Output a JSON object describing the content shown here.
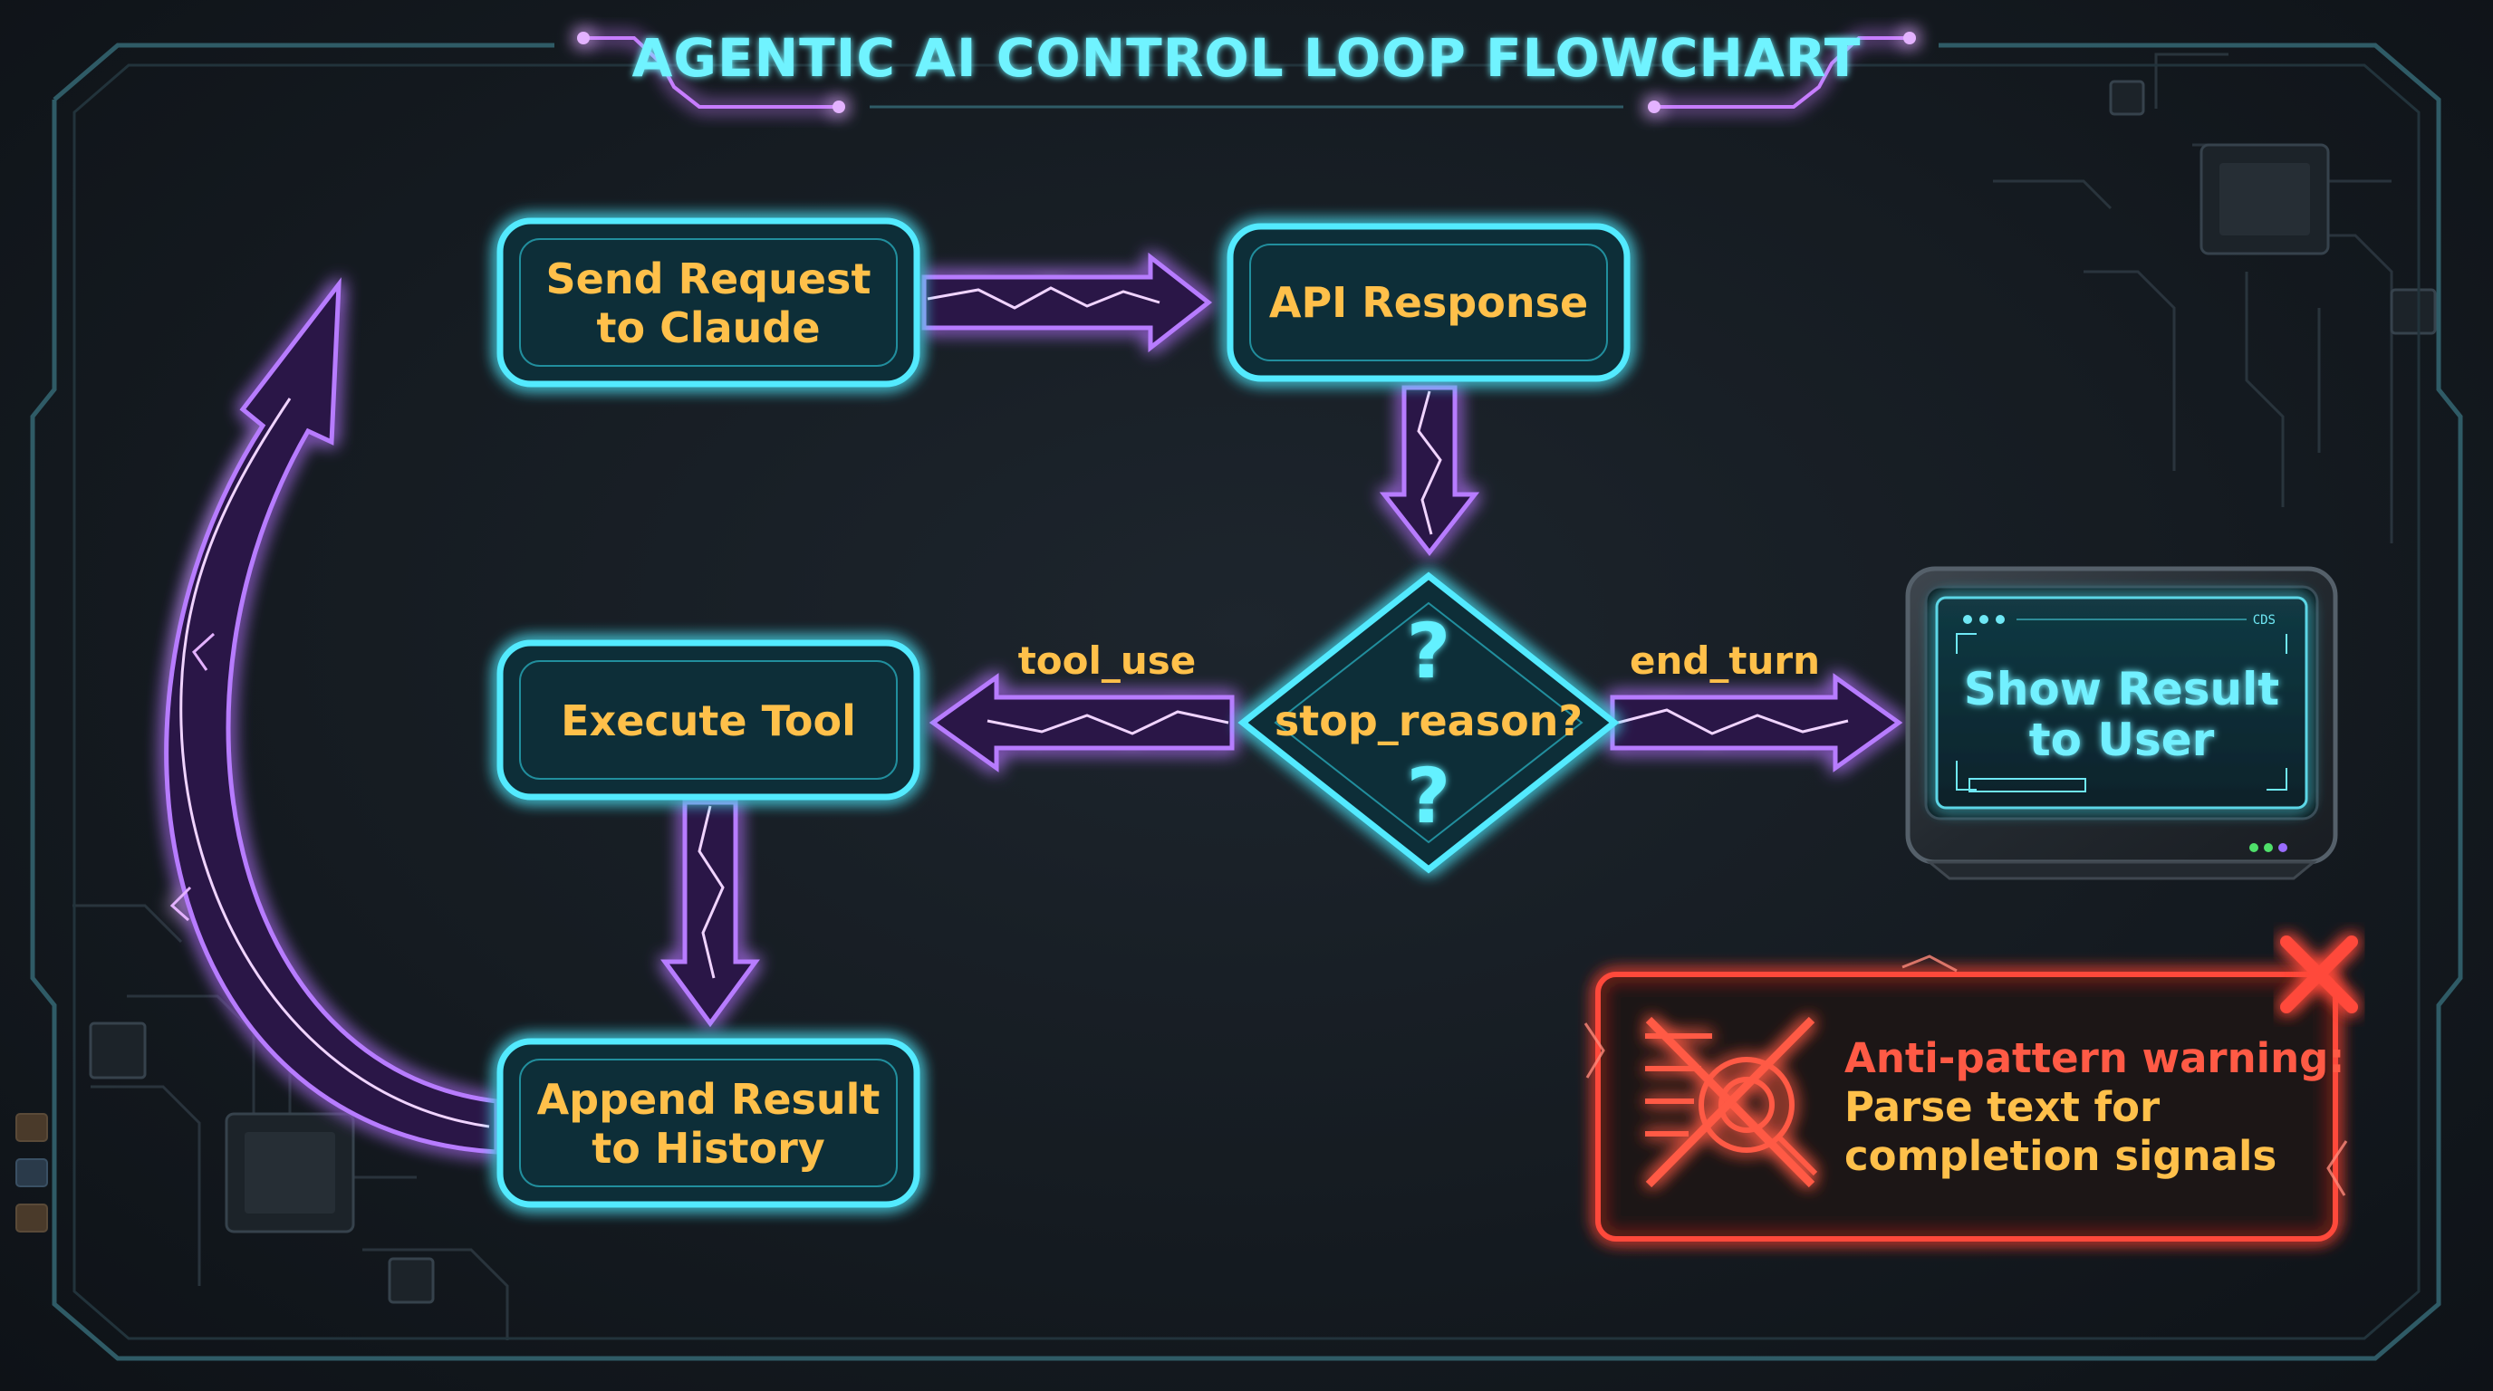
{
  "title": "AGENTIC AI CONTROL LOOP FLOWCHART",
  "nodes": {
    "send_request": {
      "line1": "Send Request",
      "line2": "to Claude"
    },
    "api_response": {
      "line1": "API Response"
    },
    "decision": {
      "label": "stop_reason?",
      "mark_top": "?",
      "mark_bottom": "?"
    },
    "execute_tool": {
      "line1": "Execute Tool"
    },
    "append_result": {
      "line1": "Append Result",
      "line2": "to History"
    },
    "show_result": {
      "line1": "Show Result",
      "line2": "to User",
      "screen_code": "CDS"
    }
  },
  "edges": {
    "tool_use": "tool_use",
    "end_turn": "end_turn"
  },
  "warning": {
    "line1": "Anti-pattern warning:",
    "line2": "Parse text for",
    "line3": "completion signals"
  },
  "colors": {
    "node_border": "#52eaff",
    "node_fill": "#0f2f37",
    "node_text": "#ffc04a",
    "arrow": "#b77cff",
    "arrow_core": "#f0d4ff",
    "title": "#6ff3ff",
    "warning_border": "#ff4a3a",
    "warning_title": "#ff5a45",
    "warning_text": "#ffc04a",
    "background": "#14191f"
  },
  "icons": {
    "title_ornament": "circuit-trace-icon",
    "monitor": "crt-monitor-icon",
    "warning_close": "close-x-icon",
    "warning_symbol": "crossed-out-text-scan-icon"
  }
}
